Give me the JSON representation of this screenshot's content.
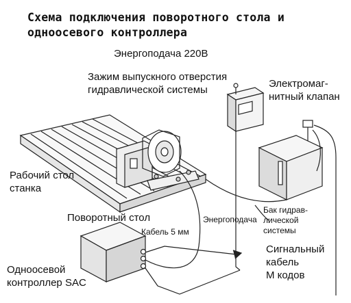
{
  "title": {
    "line1": "Схема подключения поворотного стола и",
    "line2": "одноосевого контроллера"
  },
  "labels": {
    "power_supply": "Энергоподача 220В",
    "clamp_line1": "Зажим выпускного отверстия",
    "clamp_line2": "гидравлической системы",
    "valve_line1": "Электромаг-",
    "valve_line2": "нитный клапан",
    "table_line1": "Рабочий стол",
    "table_line2": "станка",
    "rotary_table": "Поворотный стол",
    "cable_5m": "Кабель 5 мм",
    "power_small": "Энергоподача",
    "tank_line1": "Бак гидрав-",
    "tank_line2": "лической",
    "tank_line3": "системы",
    "signal_line1": "Сигнальный",
    "signal_line2": "кабель",
    "signal_line3": "M кодов",
    "controller_line1": "Одноосевой",
    "controller_line2": "контроллер SAC"
  },
  "colors": {
    "ink": "#111111",
    "line": "#222222",
    "box_fill": "#f4f4f4",
    "box_side": "#dcdcdc"
  }
}
